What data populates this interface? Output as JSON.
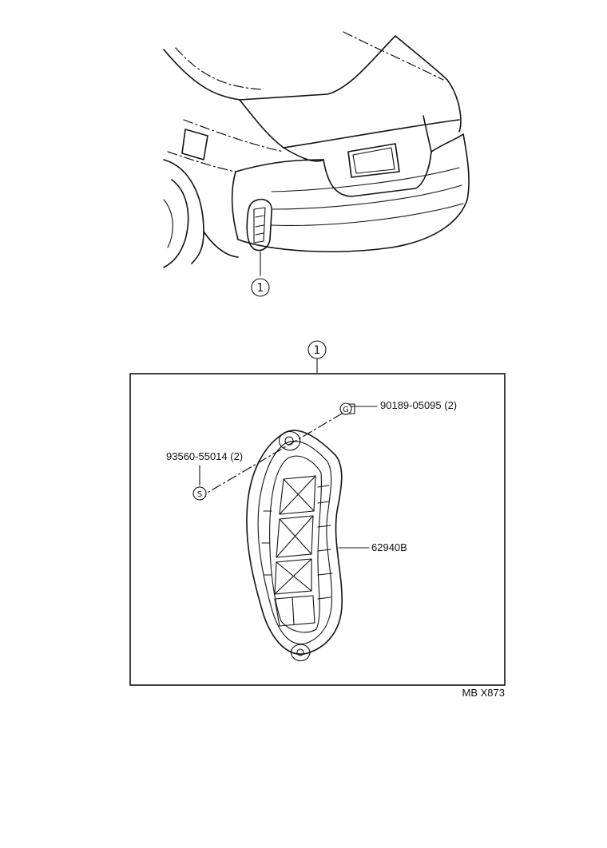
{
  "callouts": {
    "car_callout": "1",
    "box_callout": "1"
  },
  "parts": {
    "screw": "90189-05095 (2)",
    "clip": "93560-55014 (2)",
    "cover": "62940B"
  },
  "icons": {
    "screw_icon_letter": "G",
    "clip_icon_letter": "S"
  },
  "diagram_code": "MB X873"
}
